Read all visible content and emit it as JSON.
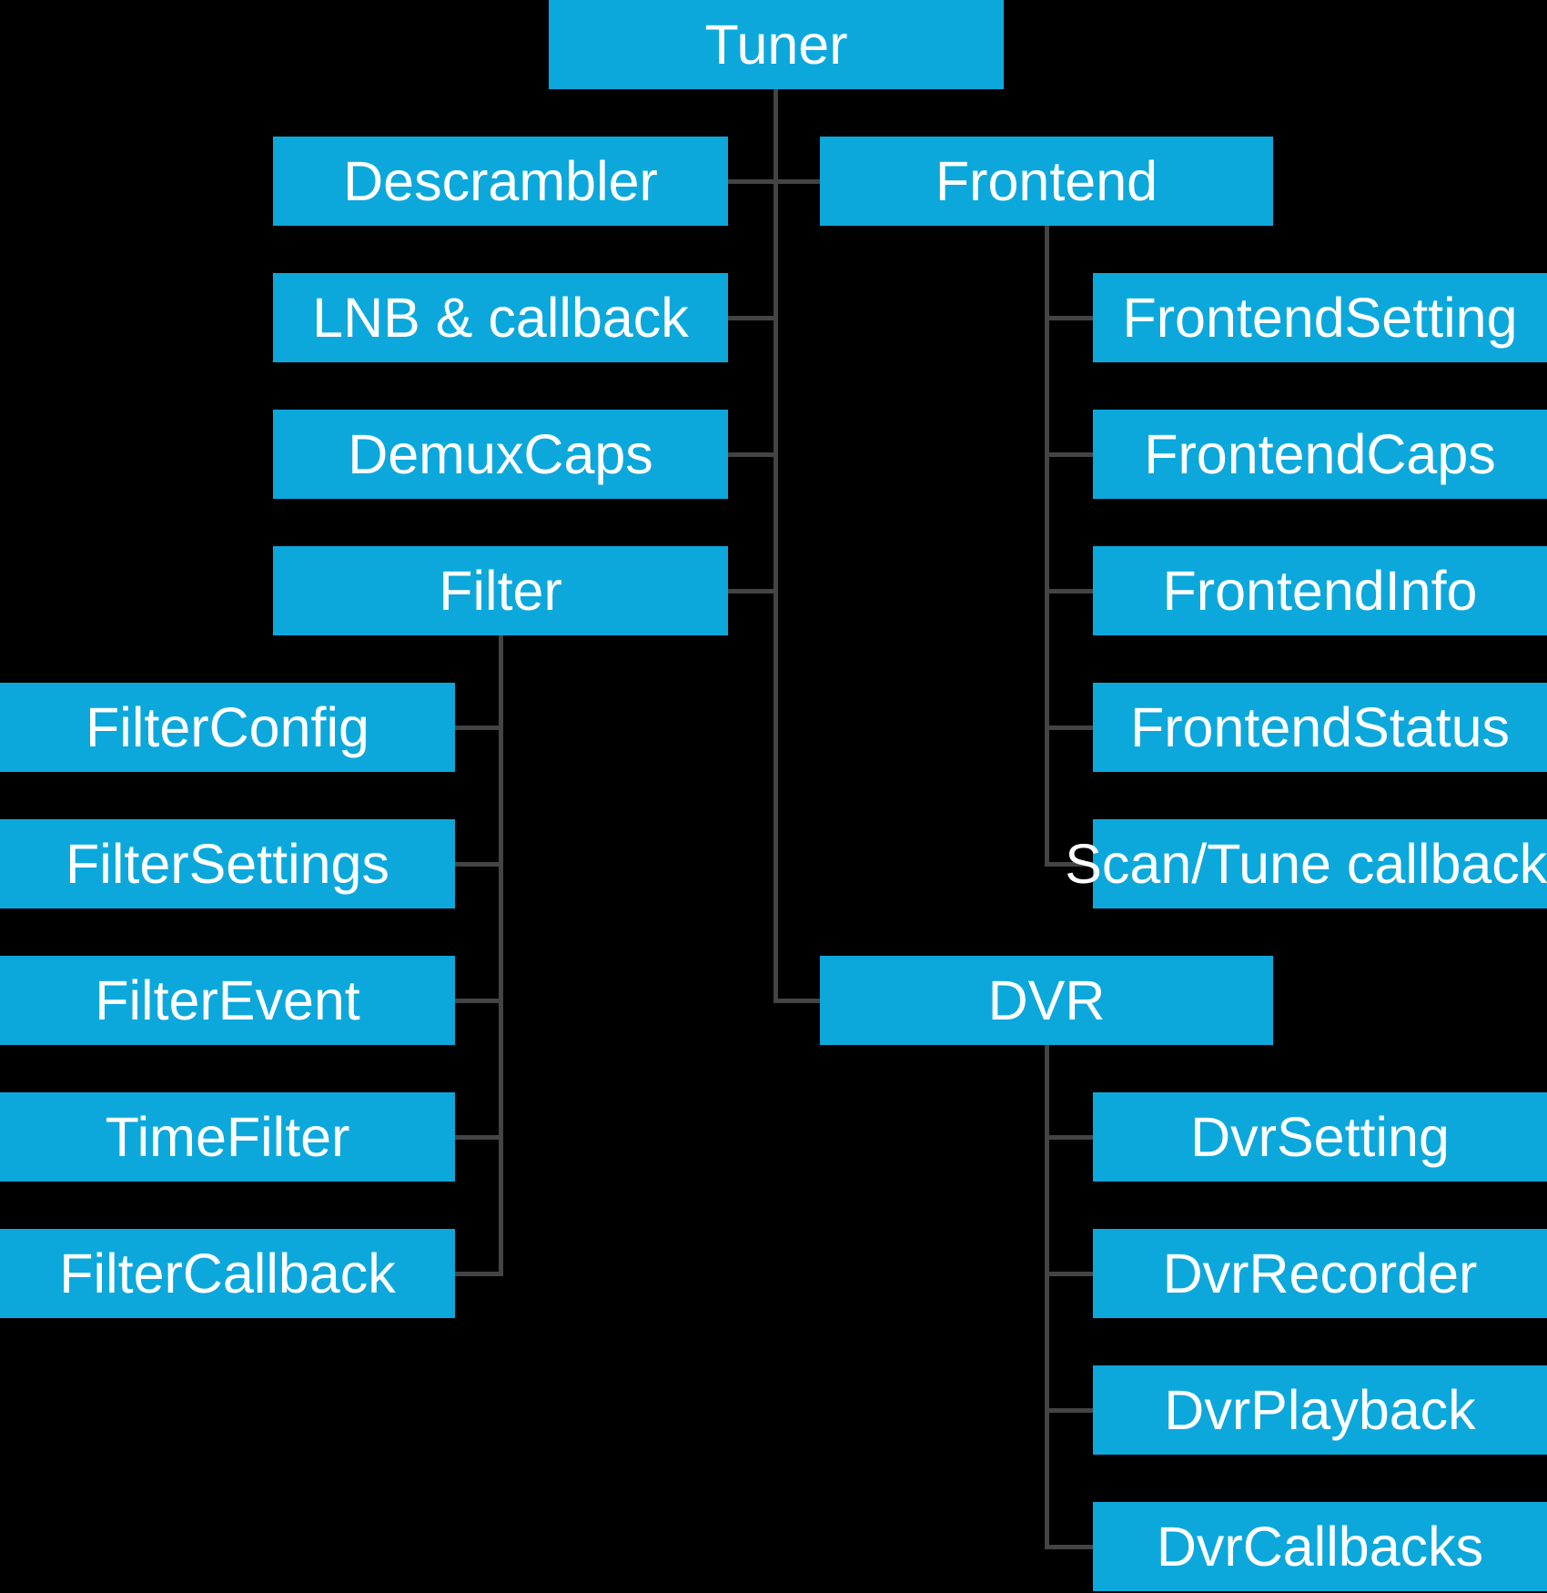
{
  "diagram": {
    "description": "Tuner framework class hierarchy",
    "colors": {
      "background": "#000000",
      "node_fill": "#0ca8db",
      "node_text": "#ffffff",
      "connector": "#444444"
    },
    "nodes": [
      {
        "id": "tuner",
        "label": "Tuner",
        "parent": null
      },
      {
        "id": "descrambler",
        "label": "Descrambler",
        "parent": "tuner"
      },
      {
        "id": "frontend",
        "label": "Frontend",
        "parent": "tuner"
      },
      {
        "id": "lnb-callback",
        "label": "LNB & callback",
        "parent": "tuner"
      },
      {
        "id": "demuxcaps",
        "label": "DemuxCaps",
        "parent": "tuner"
      },
      {
        "id": "filter",
        "label": "Filter",
        "parent": "tuner"
      },
      {
        "id": "filterconfig",
        "label": "FilterConfig",
        "parent": "filter"
      },
      {
        "id": "filtersettings",
        "label": "FilterSettings",
        "parent": "filter"
      },
      {
        "id": "filterevent",
        "label": "FilterEvent",
        "parent": "filter"
      },
      {
        "id": "timefilter",
        "label": "TimeFilter",
        "parent": "filter"
      },
      {
        "id": "filtercallback",
        "label": "FilterCallback",
        "parent": "filter"
      },
      {
        "id": "frontendsetting",
        "label": "FrontendSetting",
        "parent": "frontend"
      },
      {
        "id": "frontendcaps",
        "label": "FrontendCaps",
        "parent": "frontend"
      },
      {
        "id": "frontendinfo",
        "label": "FrontendInfo",
        "parent": "frontend"
      },
      {
        "id": "frontendstatus",
        "label": "FrontendStatus",
        "parent": "frontend"
      },
      {
        "id": "scantune-callbacks",
        "label": "Scan/Tune callbacks",
        "parent": "frontend"
      },
      {
        "id": "dvr",
        "label": "DVR",
        "parent": "tuner"
      },
      {
        "id": "dvrsetting",
        "label": "DvrSetting",
        "parent": "dvr"
      },
      {
        "id": "dvrrecorder",
        "label": "DvrRecorder",
        "parent": "dvr"
      },
      {
        "id": "dvrplayback",
        "label": "DvrPlayback",
        "parent": "dvr"
      },
      {
        "id": "dvrcallbacks",
        "label": "DvrCallbacks",
        "parent": "dvr"
      }
    ]
  }
}
